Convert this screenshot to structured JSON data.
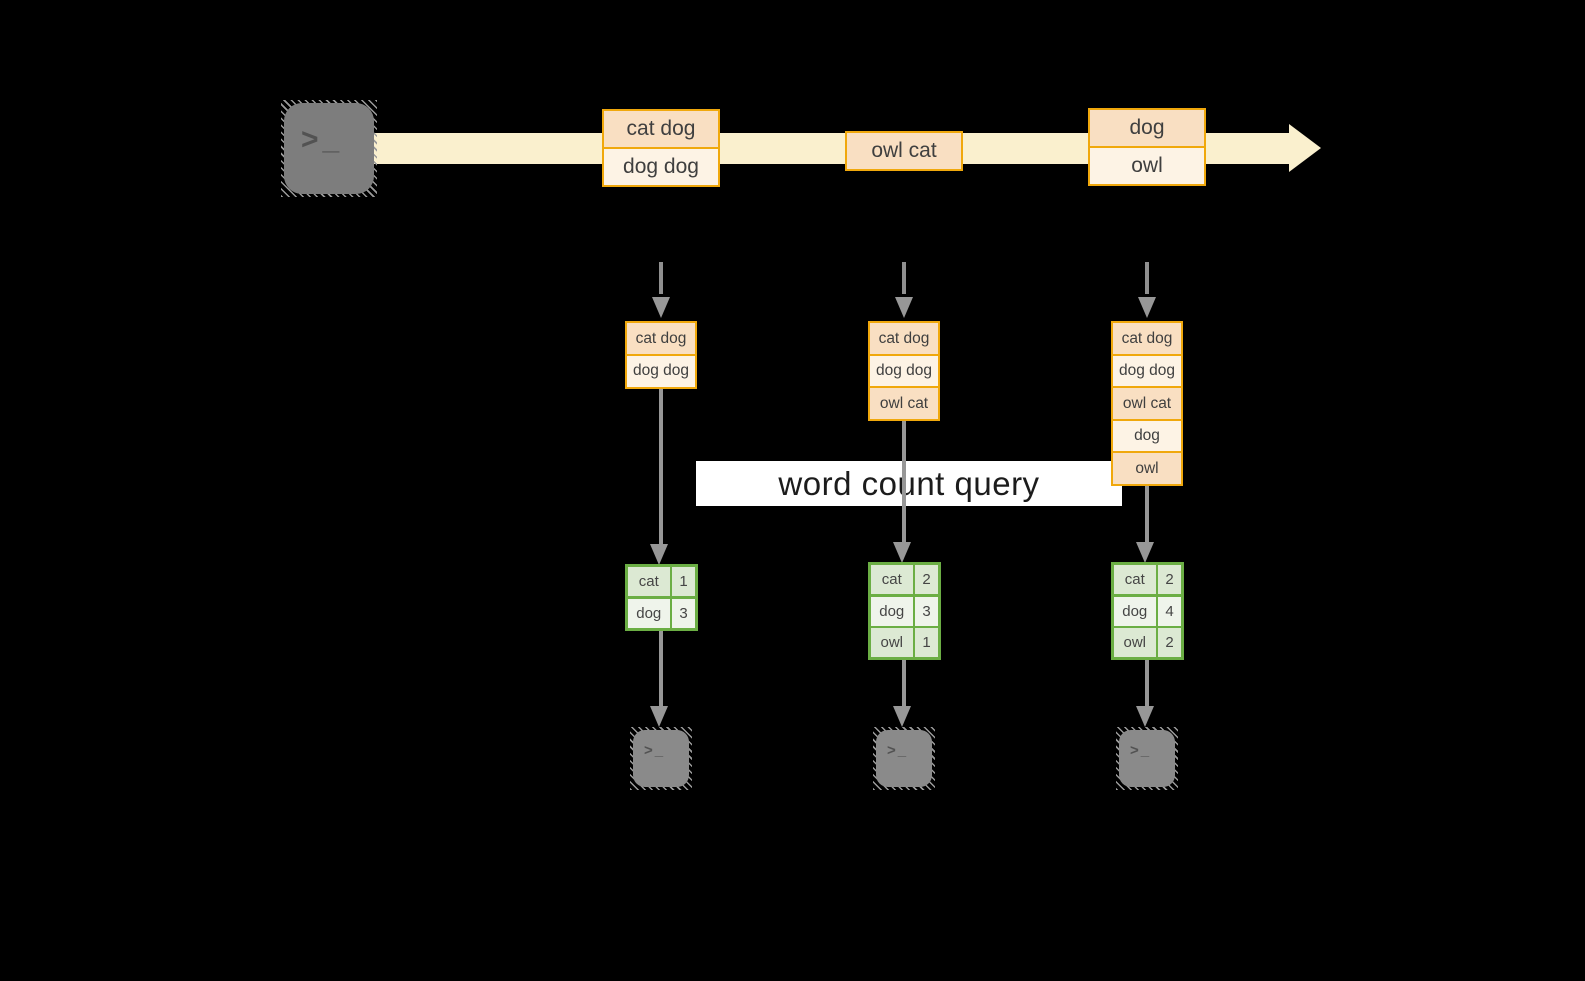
{
  "query": {
    "label": "word count query"
  },
  "icons": {
    "terminal_glyph": ">_"
  },
  "stream": {
    "batches": [
      {
        "items": [
          "cat dog",
          "dog dog"
        ]
      },
      {
        "items": [
          "owl cat"
        ]
      },
      {
        "items": [
          "dog",
          "owl"
        ]
      }
    ]
  },
  "columns": [
    {
      "buffer": [
        "cat dog",
        "dog dog"
      ],
      "counts": [
        {
          "word": "cat",
          "value": "1"
        },
        {
          "word": "dog",
          "value": "3"
        }
      ]
    },
    {
      "buffer": [
        "cat dog",
        "dog dog",
        "owl cat"
      ],
      "counts": [
        {
          "word": "cat",
          "value": "2"
        },
        {
          "word": "dog",
          "value": "3"
        },
        {
          "word": "owl",
          "value": "1"
        }
      ]
    },
    {
      "buffer": [
        "cat dog",
        "dog dog",
        "owl cat",
        "dog",
        "owl"
      ],
      "counts": [
        {
          "word": "cat",
          "value": "2"
        },
        {
          "word": "dog",
          "value": "4"
        },
        {
          "word": "owl",
          "value": "2"
        }
      ]
    }
  ],
  "colors": {
    "background": "#000000",
    "stream_band": "#FAF0CE",
    "record_border": "#F0A80C",
    "record_fill_dark": "#F9DFC2",
    "record_fill_light": "#FDF3E5",
    "table_border": "#6BAE44",
    "table_fill_dark": "#DCE9D3",
    "table_fill_light": "#EFF4EB",
    "arrow_gray": "#979797",
    "terminal_gray": "#7D7D7D",
    "text_dark": "#3F3F3F"
  }
}
